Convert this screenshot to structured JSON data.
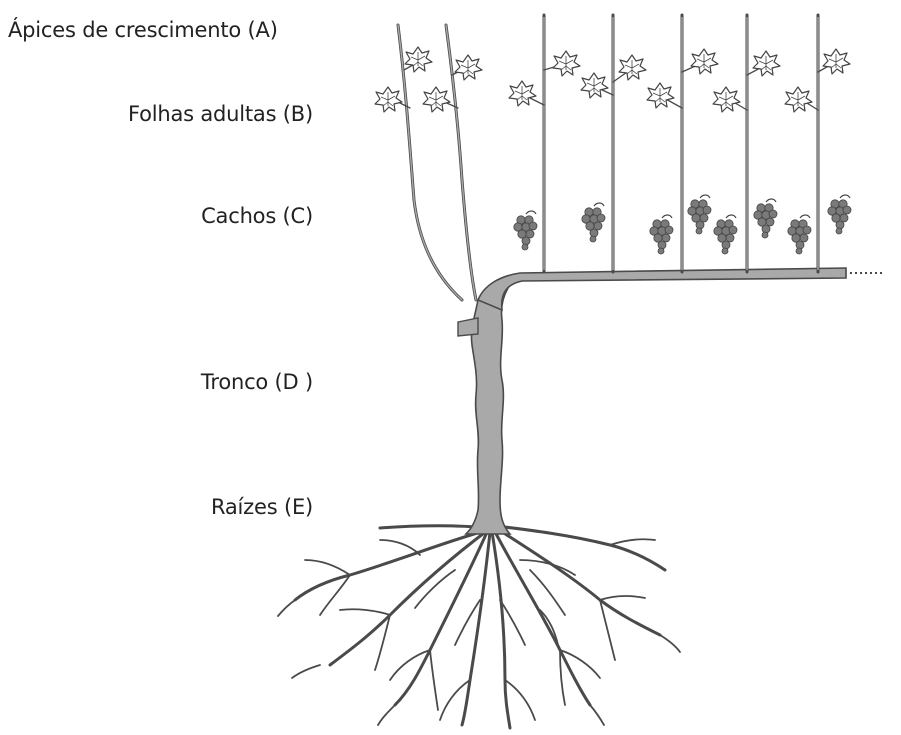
{
  "labels": {
    "apices": "Ápices de crescimento (A)",
    "folhas": "Folhas adultas (B)",
    "cachos": "Cachos (C)",
    "tronco": "Tronco (D )",
    "raizes": "Raízes (E)"
  },
  "colors": {
    "plant_fill": "#a9a9a9",
    "plant_stroke": "#4a4a4a",
    "grape_fill": "#7a7a7a",
    "text": "#222222"
  },
  "icons": {
    "leaf": "leaf-icon",
    "grape_cluster": "grape-cluster-icon"
  }
}
